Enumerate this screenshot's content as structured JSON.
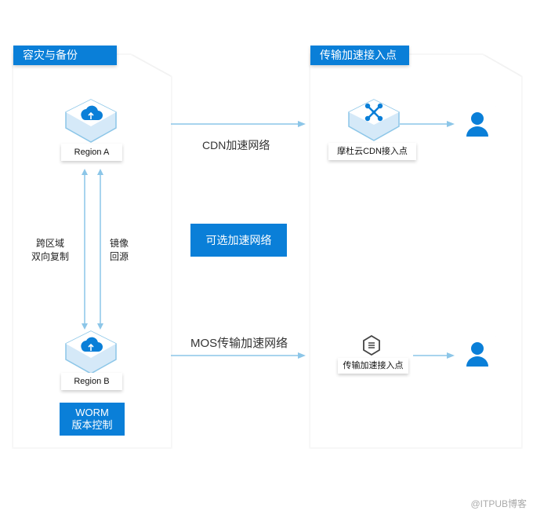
{
  "left_panel": {
    "title": "容灾与备份",
    "region_a": "Region A",
    "region_b": "Region B",
    "replication_label_line1": "跨区域",
    "replication_label_line2": "双向复制",
    "mirror_label_line1": "镜像",
    "mirror_label_line2": "回源",
    "worm_line1": "WORM",
    "worm_line2": "版本控制"
  },
  "middle": {
    "cdn_network": "CDN加速网络",
    "optional_network": "可选加速网络",
    "mos_network": "MOS传输加速网络"
  },
  "right_panel": {
    "title": "传输加速接入点",
    "cdn_node": "摩杜云CDN接入点",
    "transfer_node": "传输加速接入点"
  },
  "colors": {
    "accent": "#0a7fd8",
    "arrow": "#8cc6e8",
    "cube_light": "#d5e9f8"
  },
  "watermark": "@ITPUB博客"
}
